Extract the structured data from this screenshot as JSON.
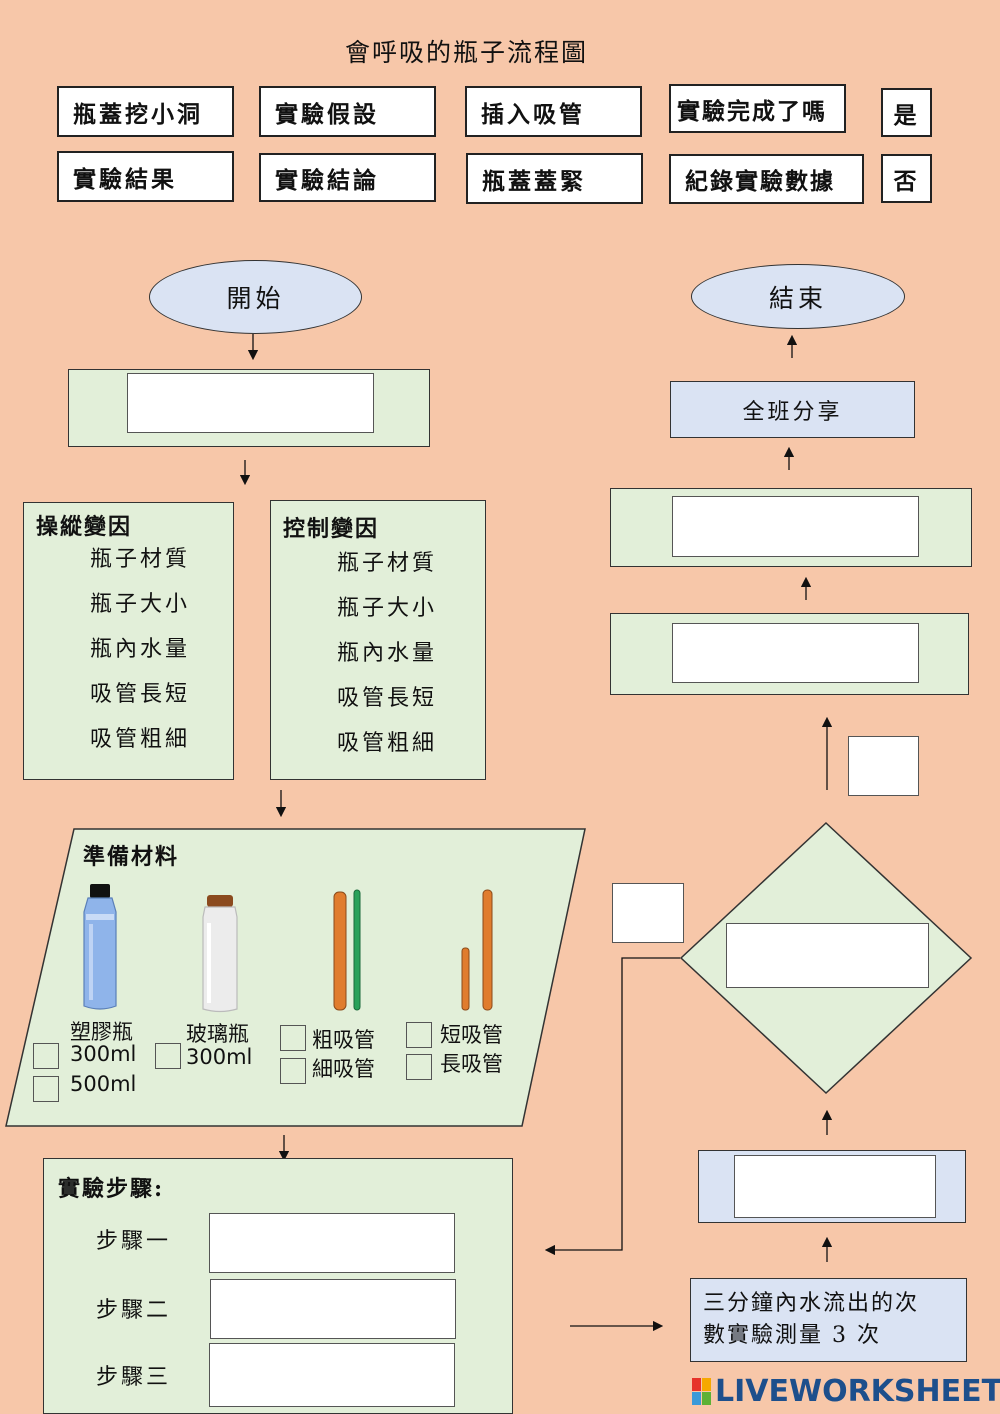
{
  "title": "會呼吸的瓶子流程圖",
  "word_bank": {
    "row1": [
      "瓶蓋挖小洞",
      "實驗假設",
      "插入吸管",
      "實驗完成了嗎"
    ],
    "row2": [
      "實驗結果",
      "實驗結論",
      "瓶蓋蓋緊",
      "紀錄實驗數據"
    ],
    "yes": "是",
    "no": "否"
  },
  "start_label": "開始",
  "end_label": "結束",
  "share_label": "全班分享",
  "manipulated": {
    "title": "操縱變因",
    "items": [
      "瓶子材質",
      "瓶子大小",
      "瓶內水量",
      "吸管長短",
      "吸管粗細"
    ]
  },
  "controlled": {
    "title": "控制變因",
    "items": [
      "瓶子材質",
      "瓶子大小",
      "瓶內水量",
      "吸管長短",
      "吸管粗細"
    ]
  },
  "materials": {
    "title": "準備材料",
    "plastic_label": "塑膠瓶",
    "plastic_opt1": "300ml",
    "plastic_opt2": "500ml",
    "glass_label": "玻璃瓶",
    "glass_opt": "300ml",
    "thick_straw": "粗吸管",
    "thin_straw": "細吸管",
    "short_straw": "短吸管",
    "long_straw": "長吸管"
  },
  "steps": {
    "title": "實驗步驟:",
    "step1": "步驟一",
    "step2": "步驟二",
    "step3": "步驟三"
  },
  "measure_text_line1": "三分鐘內水流出的次",
  "measure_text_line2": "數實驗測量 3 次",
  "brand": "LIVEWORKSHEETS",
  "colors": {
    "background": "#f7c7a9",
    "green_box": "#e2efd9",
    "blue_box": "#dae3f3"
  }
}
